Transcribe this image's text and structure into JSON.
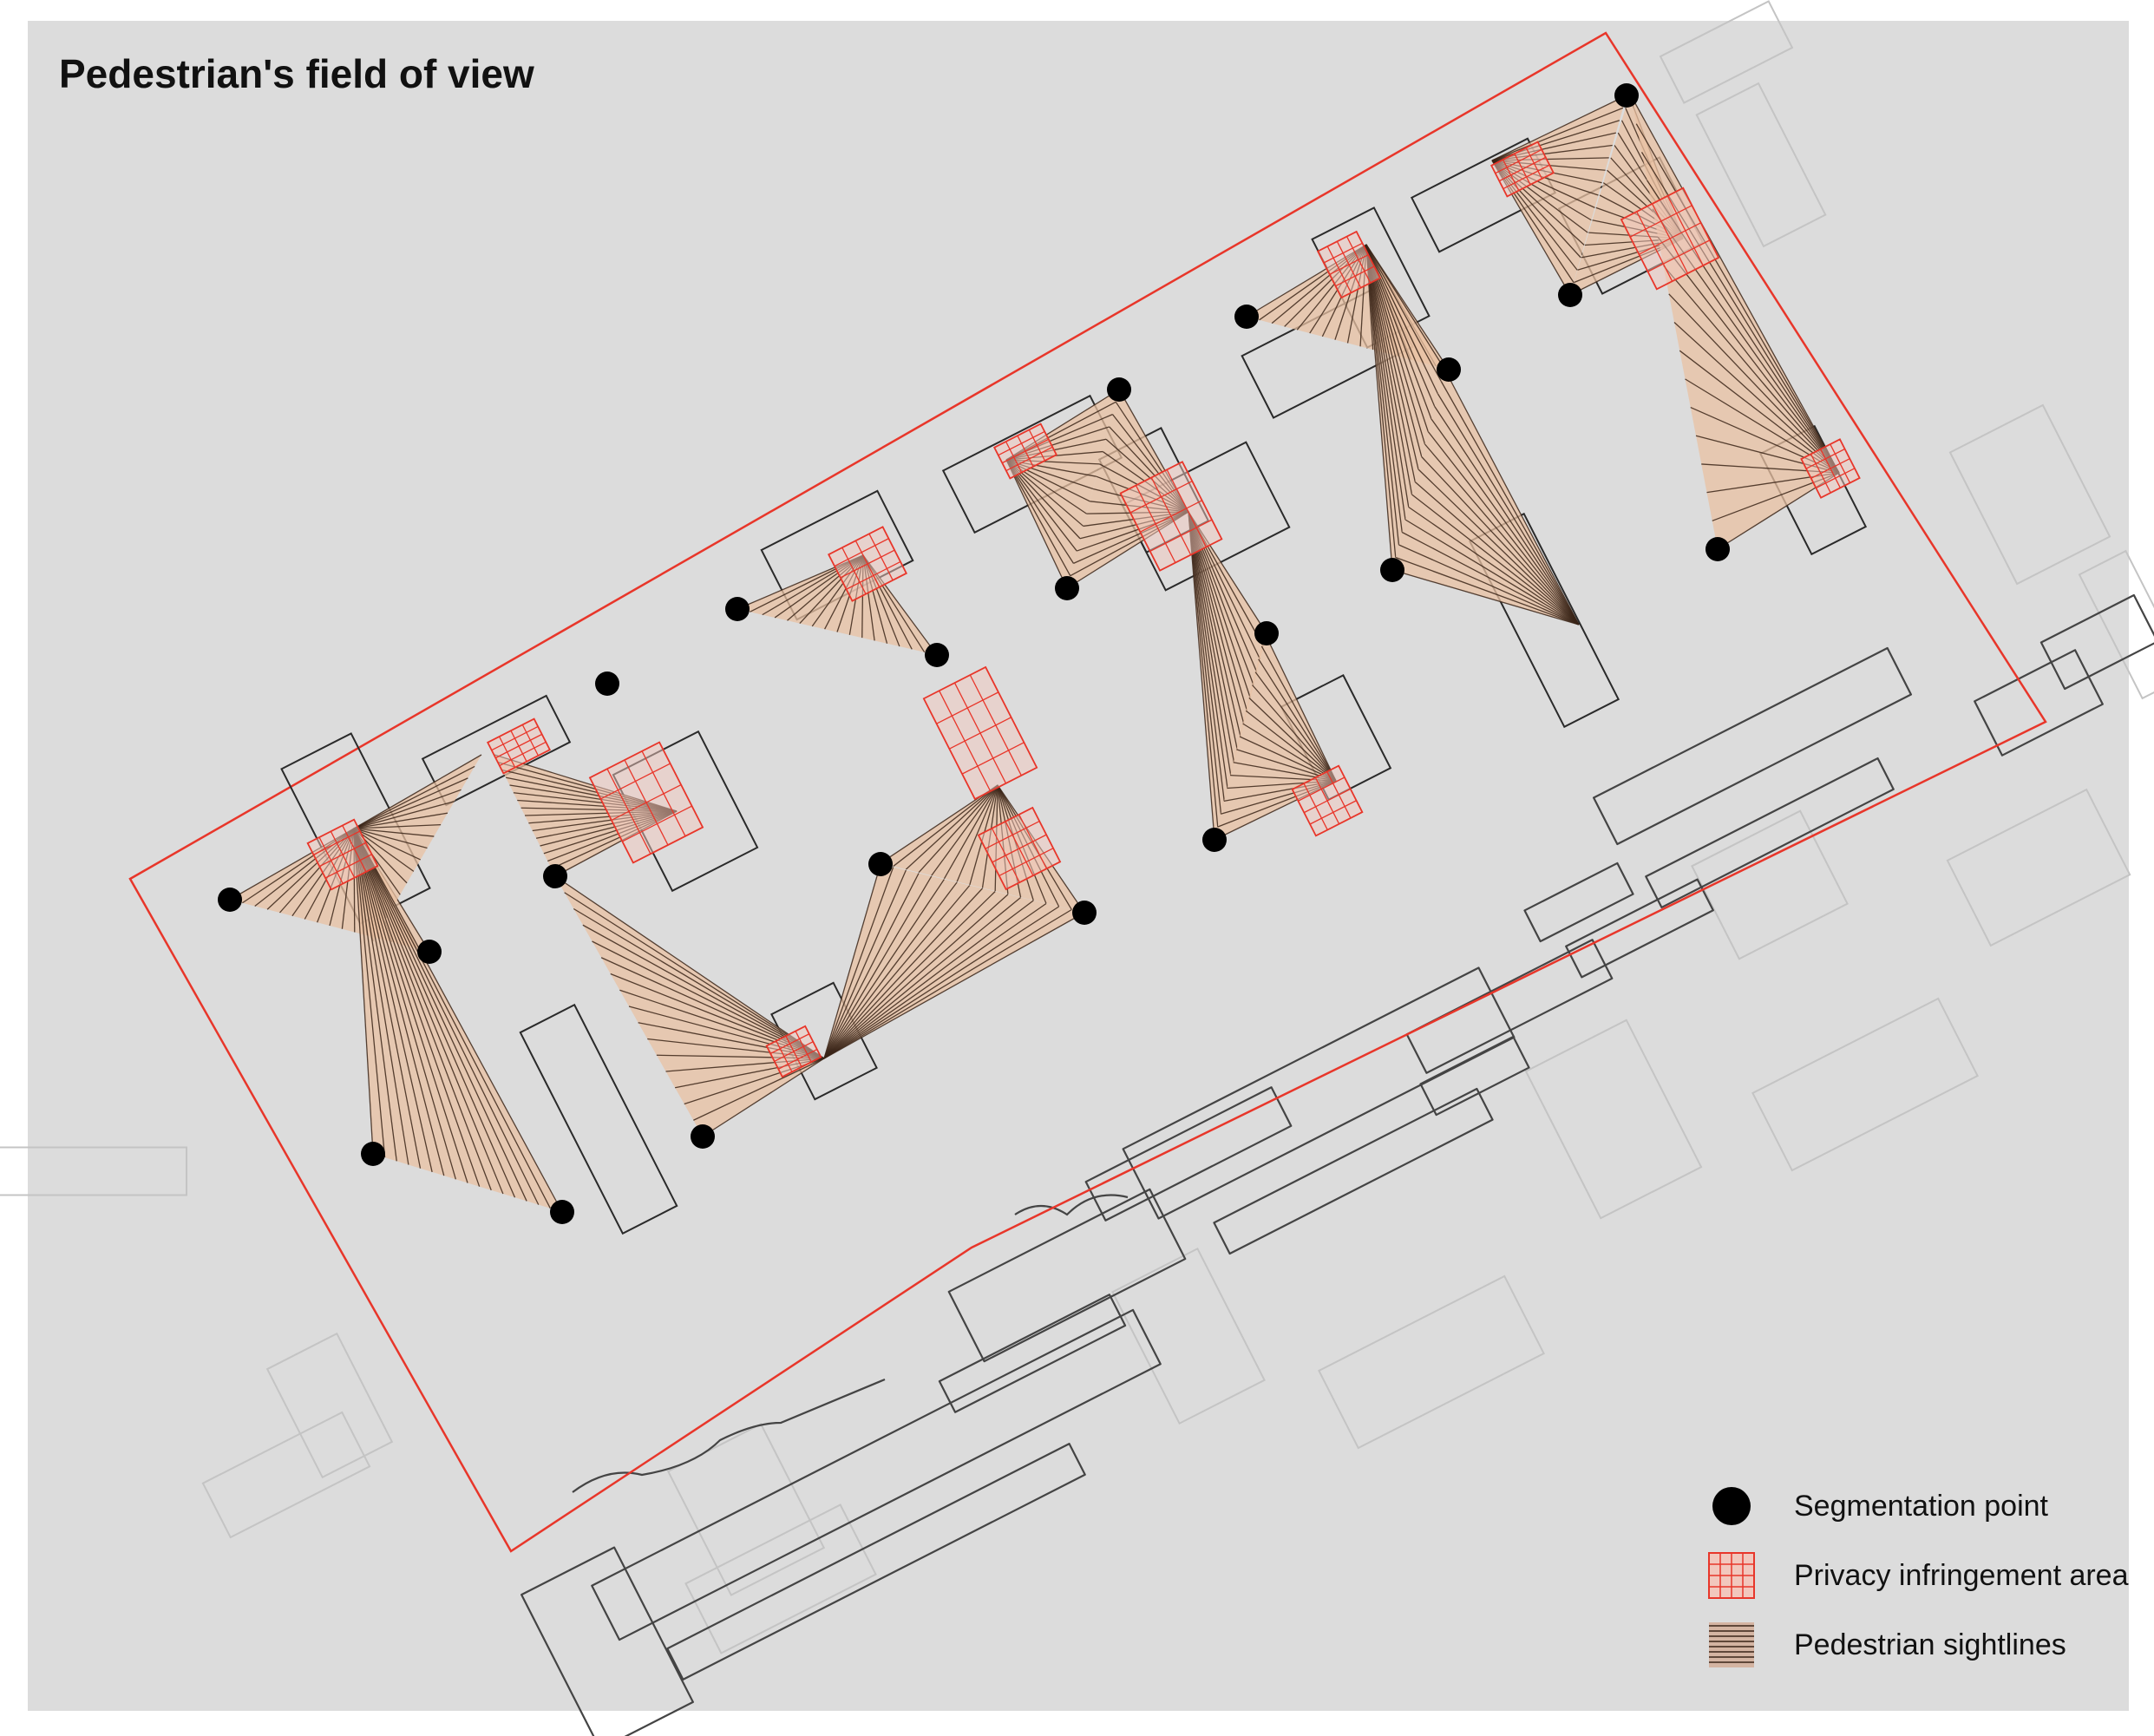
{
  "title": "Pedestrian's field of view",
  "legend": [
    {
      "label": "Segmentation point",
      "icon": "black-dot-icon"
    },
    {
      "label": "Privacy infringement area",
      "icon": "red-grid-icon"
    },
    {
      "label": "Pedestrian sightlines",
      "icon": "hatched-lines-icon"
    }
  ],
  "colors": {
    "background": "#dcdcdc",
    "boundary": "#e8362a",
    "building": "#2a2a2a",
    "context": "#c4c4c4",
    "fan_fill": "#e9c1a3",
    "sightline": "#3a2418",
    "privacy_grid": "#e8362a",
    "point": "#000000"
  }
}
